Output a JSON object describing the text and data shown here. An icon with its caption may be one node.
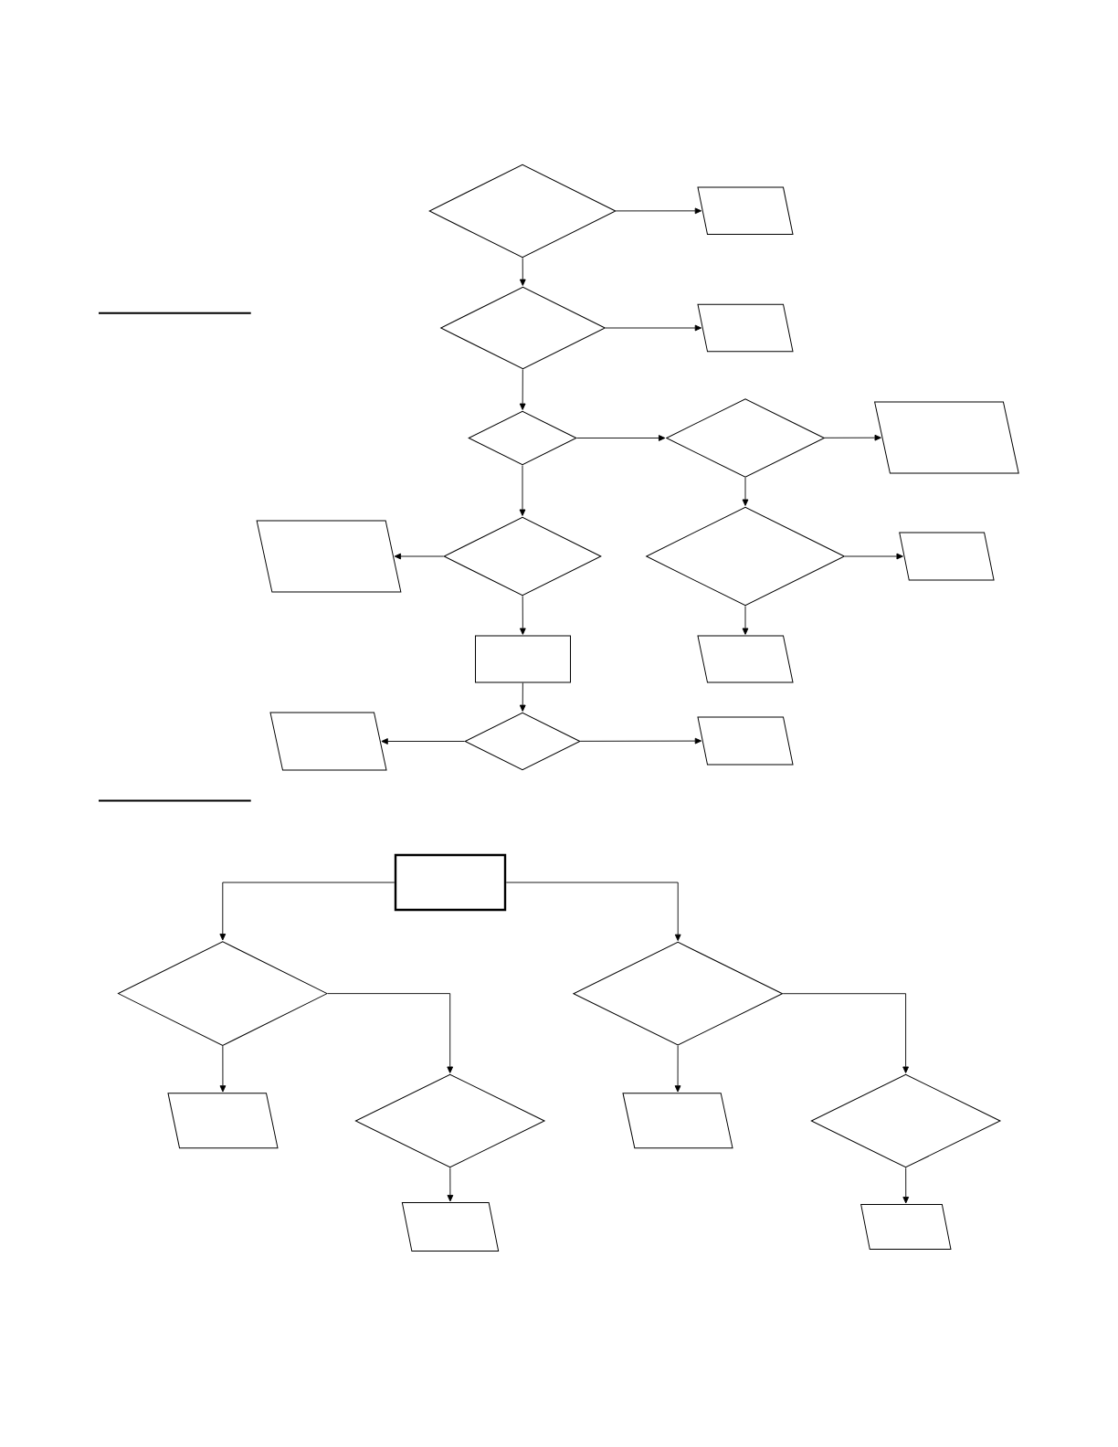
{
  "diagram": {
    "nodes": [
      {
        "text": [],
        "shape": "diamond"
      },
      {
        "text": [],
        "shape": "parallelogram"
      },
      {
        "text": [],
        "shape": "diamond"
      },
      {
        "text": [],
        "shape": "parallelogram"
      },
      {
        "text": [],
        "shape": "diamond"
      },
      {
        "text": [],
        "shape": "diamond"
      },
      {
        "text": [],
        "shape": "parallelogram"
      },
      {
        "text": [],
        "shape": "parallelogram"
      },
      {
        "text": [],
        "shape": "diamond"
      },
      {
        "text": [],
        "shape": "diamond"
      },
      {
        "text": [],
        "shape": "parallelogram"
      },
      {
        "text": [],
        "shape": "box"
      },
      {
        "text": [],
        "shape": "parallelogram"
      },
      {
        "text": [],
        "shape": "parallelogram"
      },
      {
        "text": [],
        "shape": "diamond"
      },
      {
        "text": [],
        "shape": "parallelogram"
      },
      {
        "text": [],
        "shape": "box"
      },
      {
        "text": [],
        "shape": "diamond"
      },
      {
        "text": [],
        "shape": "diamond"
      },
      {
        "text": [],
        "shape": "parallelogram"
      },
      {
        "text": [],
        "shape": "diamond"
      },
      {
        "text": [],
        "shape": "parallelogram"
      },
      {
        "text": [],
        "shape": "diamond"
      },
      {
        "text": [],
        "shape": "parallelogram"
      },
      {
        "text": [],
        "shape": "parallelogram"
      }
    ],
    "edges": [
      {
        "from": 0,
        "to": 1,
        "arrow": "to"
      },
      {
        "from": 0,
        "to": 2,
        "arrow": "to"
      },
      {
        "from": 2,
        "to": 3,
        "arrow": "to"
      },
      {
        "from": 2,
        "to": 4,
        "arrow": "to"
      },
      {
        "from": 4,
        "to": 5,
        "arrow": "to"
      },
      {
        "from": 5,
        "to": 6,
        "arrow": "to"
      },
      {
        "from": 4,
        "to": 8,
        "arrow": "to"
      },
      {
        "from": 5,
        "to": 9,
        "arrow": "to"
      },
      {
        "from": 8,
        "to": 7,
        "arrow": "to"
      },
      {
        "from": 9,
        "to": 10,
        "arrow": "to"
      },
      {
        "from": 8,
        "to": 11,
        "arrow": "to"
      },
      {
        "from": 9,
        "to": 12,
        "arrow": "to"
      },
      {
        "from": 11,
        "to": 14,
        "arrow": "to"
      },
      {
        "from": 14,
        "to": 13,
        "arrow": "to"
      },
      {
        "from": 14,
        "to": 15,
        "arrow": "to"
      },
      {
        "from": 16,
        "to": 17,
        "arrow": "to"
      },
      {
        "from": 16,
        "to": 18,
        "arrow": "to"
      },
      {
        "from": 17,
        "to": 19,
        "arrow": "to"
      },
      {
        "from": 17,
        "to": 20,
        "arrow": "to"
      },
      {
        "from": 18,
        "to": 21,
        "arrow": "to"
      },
      {
        "from": 18,
        "to": 22,
        "arrow": "to"
      },
      {
        "from": 20,
        "to": 23,
        "arrow": "to"
      },
      {
        "from": 22,
        "to": 24,
        "arrow": "to"
      }
    ]
  }
}
